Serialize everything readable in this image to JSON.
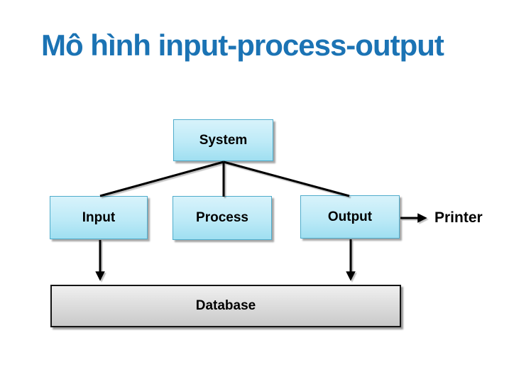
{
  "slide": {
    "title": "Mô hình input-process-output"
  },
  "diagram": {
    "nodes": [
      {
        "id": "system",
        "label": "System"
      },
      {
        "id": "input",
        "label": "Input"
      },
      {
        "id": "process",
        "label": "Process"
      },
      {
        "id": "output",
        "label": "Output"
      },
      {
        "id": "database",
        "label": "Database"
      }
    ],
    "external_labels": [
      {
        "id": "printer",
        "label": "Printer"
      }
    ],
    "connectors": [
      {
        "from": "system",
        "to": "input",
        "arrow": false
      },
      {
        "from": "system",
        "to": "process",
        "arrow": false
      },
      {
        "from": "system",
        "to": "output",
        "arrow": false
      },
      {
        "from": "input",
        "to": "database",
        "arrow": true
      },
      {
        "from": "output",
        "to": "database",
        "arrow": true
      },
      {
        "from": "output",
        "to": "printer",
        "arrow": true
      }
    ],
    "colors": {
      "title_text": "#1B73B4",
      "node_fill_top": "#D8F3FB",
      "node_fill_bottom": "#9FDFF1",
      "node_border": "#4FACCB",
      "database_fill_top": "#F0F0F0",
      "database_fill_bottom": "#C9C9C9",
      "database_border": "#141414",
      "connector": "#000000",
      "label_text": "#000000"
    }
  }
}
